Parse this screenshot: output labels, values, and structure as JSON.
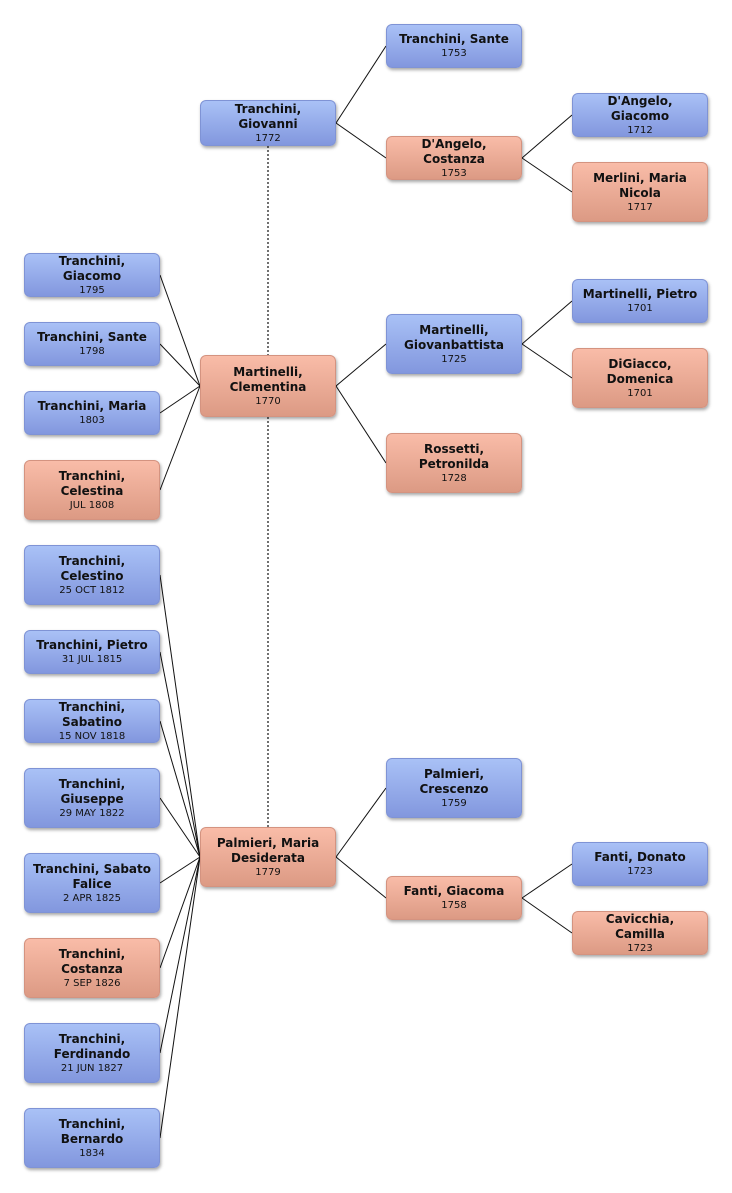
{
  "colors": {
    "male": "#8fa6ea",
    "female": "#e8a892",
    "line": "#111111"
  },
  "people": {
    "giovanni": {
      "name": "Tranchini, Giovanni",
      "date": "1772",
      "sex": "male"
    },
    "sante1": {
      "name": "Tranchini, Sante",
      "date": "1753",
      "sex": "male"
    },
    "costanza1": {
      "name": "D'Angelo, Costanza",
      "date": "1753",
      "sex": "female"
    },
    "giacomo1": {
      "name": "D'Angelo, Giacomo",
      "date": "1712",
      "sex": "male"
    },
    "merlini": {
      "name": "Merlini, Maria Nicola",
      "date": "1717",
      "sex": "female"
    },
    "clementina": {
      "name": "Martinelli, Clementina",
      "date": "1770",
      "sex": "female"
    },
    "giovanbat": {
      "name": "Martinelli, Giovanbattista",
      "date": "1725",
      "sex": "male"
    },
    "pietro1": {
      "name": "Martinelli, Pietro",
      "date": "1701",
      "sex": "male"
    },
    "domenica": {
      "name": "DiGiacco, Domenica",
      "date": "1701",
      "sex": "female"
    },
    "petronilda": {
      "name": "Rossetti, Petronilda",
      "date": "1728",
      "sex": "female"
    },
    "desiderata": {
      "name": "Palmieri, Maria Desiderata",
      "date": "1779",
      "sex": "female"
    },
    "crescenzo": {
      "name": "Palmieri, Crescenzo",
      "date": "1759",
      "sex": "male"
    },
    "giacoma": {
      "name": "Fanti, Giacoma",
      "date": "1758",
      "sex": "female"
    },
    "donato": {
      "name": "Fanti, Donato",
      "date": "1723",
      "sex": "male"
    },
    "camilla": {
      "name": "Cavicchia, Camilla",
      "date": "1723",
      "sex": "female"
    },
    "c_giacomo": {
      "name": "Tranchini, Giacomo",
      "date": "1795",
      "sex": "male"
    },
    "c_sante": {
      "name": "Tranchini, Sante",
      "date": "1798",
      "sex": "male"
    },
    "c_maria": {
      "name": "Tranchini, Maria",
      "date": "1803",
      "sex": "male"
    },
    "c_celestina": {
      "name": "Tranchini, Celestina",
      "date": "JUL 1808",
      "sex": "female"
    },
    "c_celestino": {
      "name": "Tranchini, Celestino",
      "date": "25 OCT 1812",
      "sex": "male"
    },
    "c_pietro": {
      "name": "Tranchini, Pietro",
      "date": "31 JUL 1815",
      "sex": "male"
    },
    "c_sabatino": {
      "name": "Tranchini, Sabatino",
      "date": "15 NOV 1818",
      "sex": "male"
    },
    "c_giuseppe": {
      "name": "Tranchini, Giuseppe",
      "date": "29 MAY 1822",
      "sex": "male"
    },
    "c_sabato": {
      "name": "Tranchini, Sabato Falice",
      "date": "2 APR 1825",
      "sex": "male"
    },
    "c_costanza": {
      "name": "Tranchini, Costanza",
      "date": "7 SEP 1826",
      "sex": "female"
    },
    "c_ferdinando": {
      "name": "Tranchini, Ferdinando",
      "date": "21 JUN 1827",
      "sex": "male"
    },
    "c_bernardo": {
      "name": "Tranchini, Bernardo",
      "date": "1834",
      "sex": "male"
    }
  }
}
